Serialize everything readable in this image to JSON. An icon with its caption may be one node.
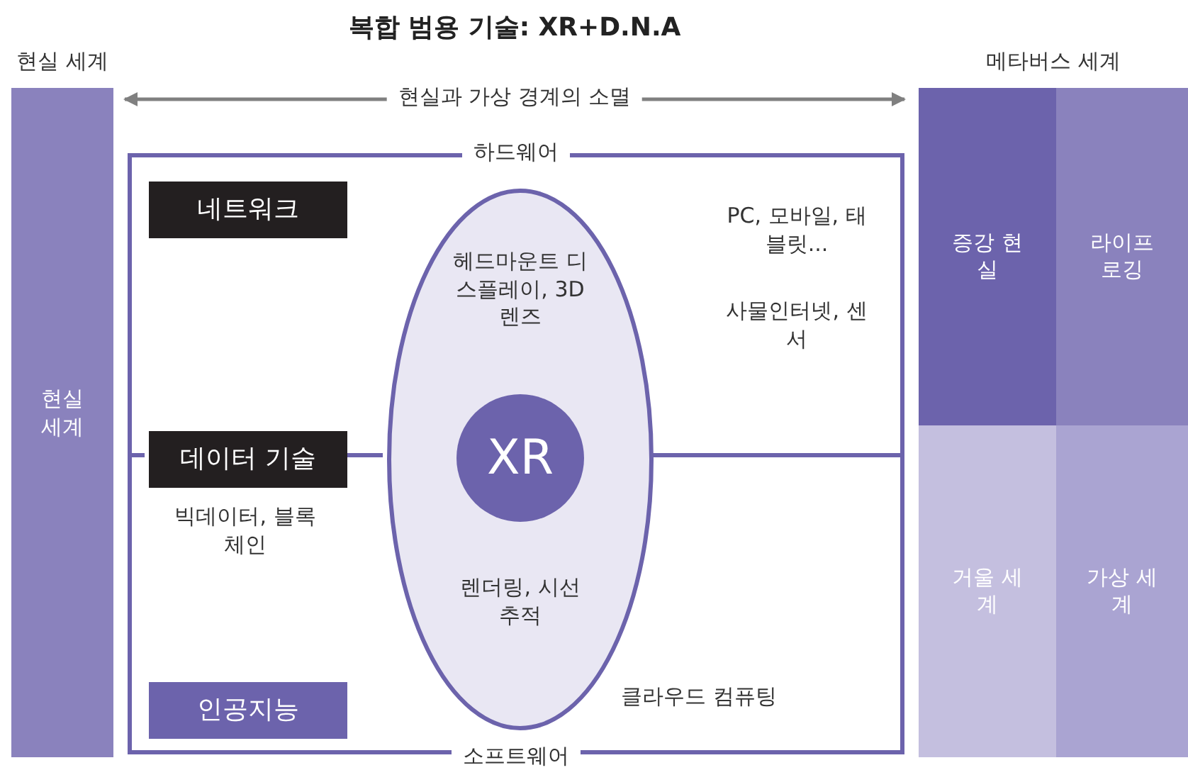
{
  "diagram": {
    "title": "복합 범용 기술: XR+D.N.A",
    "nodes": [
      {
        "text": [
          "현실 세계",
          "현실 세계"
        ]
      },
      {
        "text": [
          "메타버스 세계"
        ]
      },
      {
        "text": [
          "증강 현실"
        ],
        "in": 1
      },
      {
        "text": [
          "라이프 로깅"
        ],
        "in": 1
      },
      {
        "text": [
          "거울 세계"
        ],
        "in": 1
      },
      {
        "text": [
          "가상 세계"
        ],
        "in": 1
      },
      {
        "text": [
          "하드웨어",
          "소프트웨어"
        ]
      },
      {
        "text": [
          "네트워크"
        ],
        "in": 6
      },
      {
        "text": [
          "데이터 기술"
        ],
        "in": 6
      },
      {
        "text": [
          "인공지능"
        ],
        "in": 6
      },
      {
        "text": [
          "헤드마운트 디스플레이, 3D 렌즈",
          "렌더링, 시선추적"
        ],
        "in": 6
      },
      {
        "text": [
          "XR"
        ],
        "in": 10
      }
    ],
    "edges": [
      {
        "from": 0,
        "to": 1,
        "arrow": "both",
        "label": "현실과 가상 경계의 소멸",
        "color": "#808080"
      },
      {
        "from": 8,
        "to": 10,
        "arrow": "none",
        "color": "#6c63ac"
      }
    ],
    "labels": [
      "PC, 모바일, 태블릿...",
      "사물인터넷, 센서",
      "빅데이터, 블록체인",
      "클라우드 컴퓨팅"
    ]
  }
}
